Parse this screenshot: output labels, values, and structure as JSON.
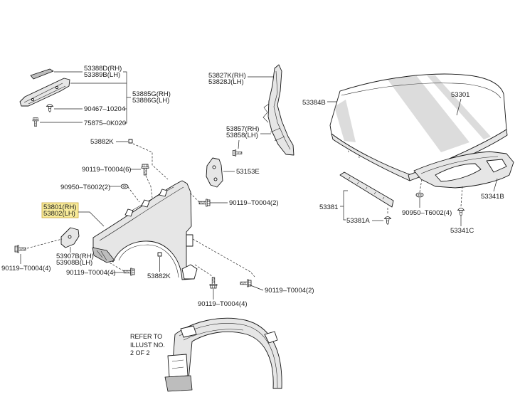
{
  "fender_assembly": {
    "molding": {
      "rh": "53388D(RH)",
      "lh": "53389B(LH)"
    },
    "bracket": {
      "rh": "53885G(RH)",
      "lh": "53886G(LH)"
    },
    "clip": "90467–10204",
    "screw": "75875–0K020",
    "spacer_top": "53882K",
    "bolt_top": "90119–T0004(6)",
    "grommet": "90950–T6002(2)",
    "fender": {
      "rh": "53801(RH)",
      "lh": "53802(LH)"
    },
    "front_bracket": {
      "rh": "53907B(RH)",
      "lh": "53908B(LH)"
    },
    "bolt_front_left": "90119–T0004(4)",
    "bolt_front_lower": "90119–T0004(4)",
    "spacer_lower": "53882K",
    "bolt_rear_upper": "90119–T0004(2)",
    "bolt_rear_lower": "90119–T0004(2)",
    "bolt_bottom": "90119–T0004(4)",
    "seal": {
      "rh": "53827K(RH)",
      "lh": "53828J(LH)"
    },
    "seal_lower": {
      "rh": "53857(RH)",
      "lh": "53858(LH)"
    },
    "support_bracket": "53153E"
  },
  "hood_assembly": {
    "hood_cushion": "53384B",
    "hood": "53301",
    "insulator": "53341B",
    "grommet": "90950–T6002(4)",
    "insulator_clip": "53341C",
    "seal": "53381",
    "seal_clip": "53381A"
  },
  "liner_note": {
    "line1": "REFER TO",
    "line2": "ILLUST NO.",
    "line3": "2 OF 2"
  },
  "colors": {
    "highlight_fill": "#f8eb9a",
    "highlight_border": "#c9a63a",
    "ink": "#151515"
  }
}
